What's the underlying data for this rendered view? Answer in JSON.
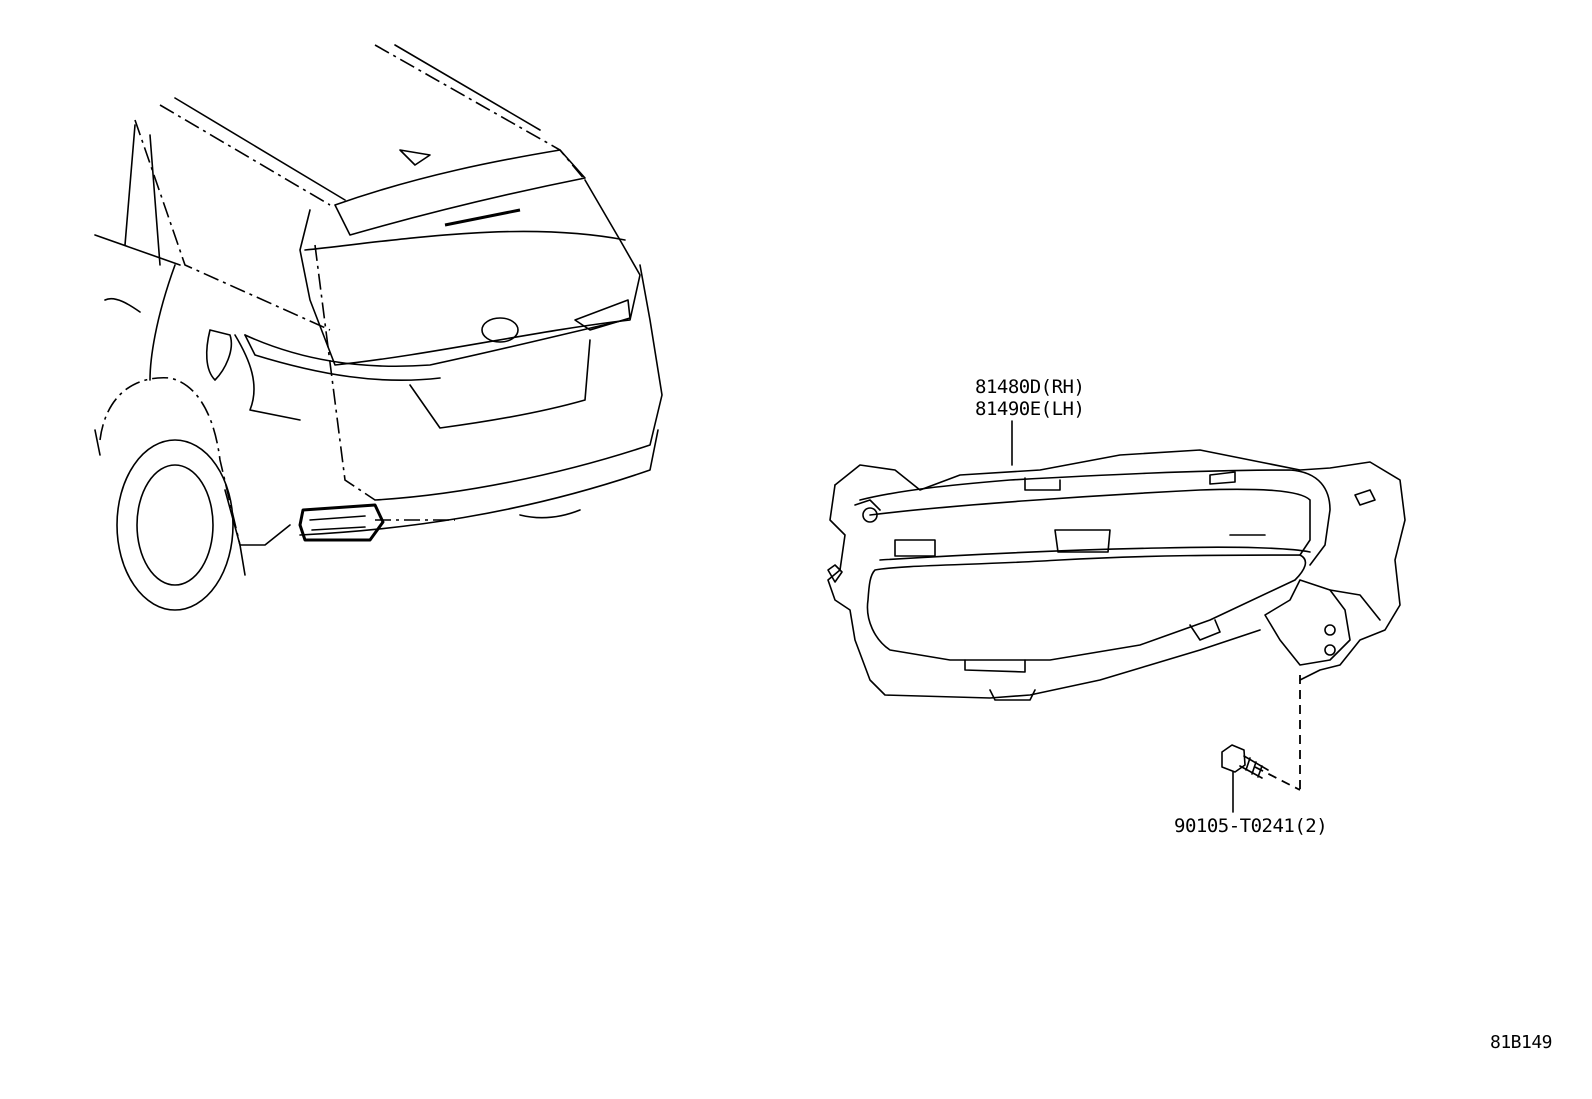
{
  "labels": {
    "part_rh": "81480D(RH)",
    "part_lh": "81490E(LH)",
    "bolt": "90105-T0241(2)",
    "figure_id": "81B149"
  },
  "icons": [
    "vehicle-rear-view",
    "reflector-lamp-assembly",
    "bolt"
  ],
  "colors": {
    "line": "#000000",
    "background": "#ffffff"
  }
}
